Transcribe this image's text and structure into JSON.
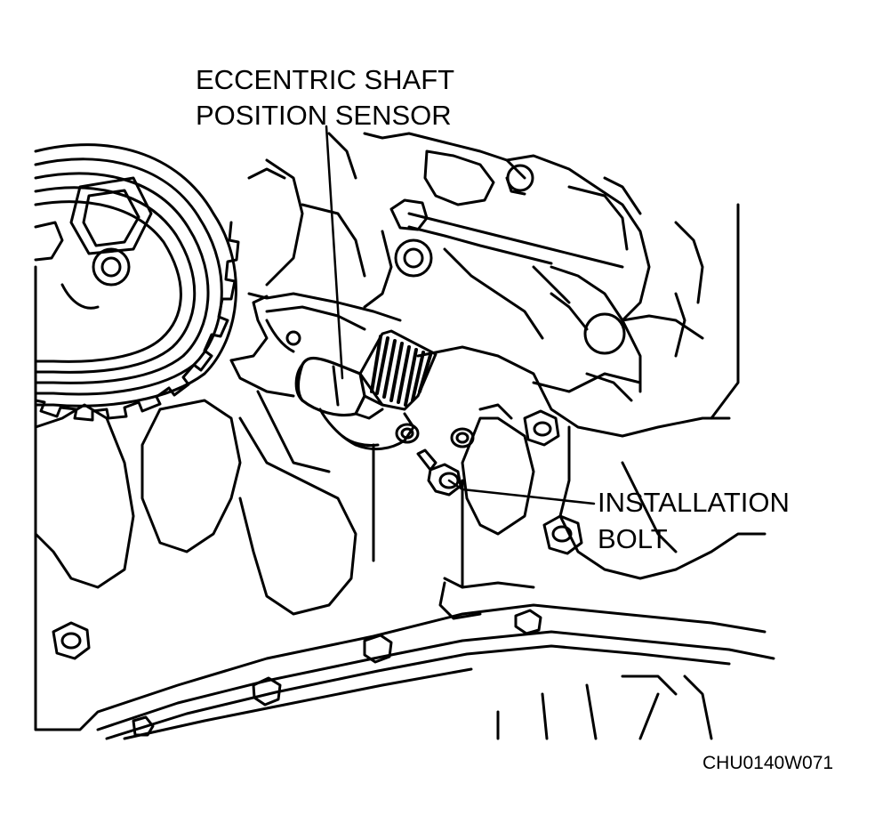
{
  "labels": {
    "sensor_line1": "ECCENTRIC SHAFT",
    "sensor_line2": "POSITION SENSOR",
    "bolt_line1": "INSTALLATION",
    "bolt_line2": "BOLT"
  },
  "figure_code": "CHU0140W071",
  "colors": {
    "ink": "#000000",
    "paper": "#ffffff"
  }
}
